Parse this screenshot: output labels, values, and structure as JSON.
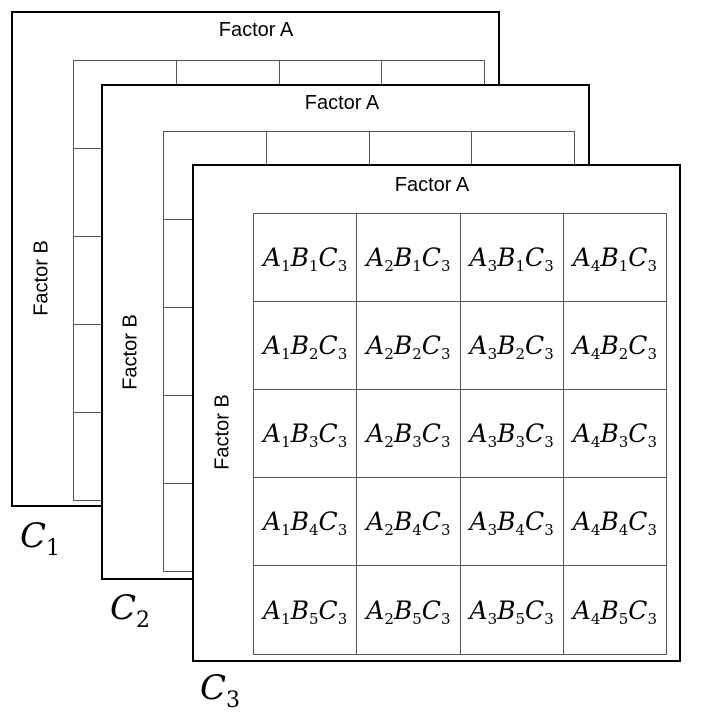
{
  "factor_a_label": "Factor A",
  "factor_b_label": "Factor B",
  "layers": [
    {
      "label": {
        "letter": "C",
        "index": "1"
      },
      "cell_prefix": "A"
    },
    {
      "label": {
        "letter": "C",
        "index": "2"
      },
      "cell_prefix": "A"
    },
    {
      "label": {
        "letter": "C",
        "index": "3"
      },
      "rows": [
        [
          [
            {
              "t": "A",
              "s": "1"
            },
            {
              "t": "B",
              "s": "1"
            },
            {
              "t": "C",
              "s": "3"
            }
          ],
          [
            {
              "t": "A",
              "s": "2"
            },
            {
              "t": "B",
              "s": "1"
            },
            {
              "t": "C",
              "s": "3"
            }
          ],
          [
            {
              "t": "A",
              "s": "3"
            },
            {
              "t": "B",
              "s": "1"
            },
            {
              "t": "C",
              "s": "3"
            }
          ],
          [
            {
              "t": "A",
              "s": "4"
            },
            {
              "t": "B",
              "s": "1"
            },
            {
              "t": "C",
              "s": "3"
            }
          ]
        ],
        [
          [
            {
              "t": "A",
              "s": "1"
            },
            {
              "t": "B",
              "s": "2"
            },
            {
              "t": "C",
              "s": "3"
            }
          ],
          [
            {
              "t": "A",
              "s": "2"
            },
            {
              "t": "B",
              "s": "2"
            },
            {
              "t": "C",
              "s": "3"
            }
          ],
          [
            {
              "t": "A",
              "s": "3"
            },
            {
              "t": "B",
              "s": "2"
            },
            {
              "t": "C",
              "s": "3"
            }
          ],
          [
            {
              "t": "A",
              "s": "4"
            },
            {
              "t": "B",
              "s": "2"
            },
            {
              "t": "C",
              "s": "3"
            }
          ]
        ],
        [
          [
            {
              "t": "A",
              "s": "1"
            },
            {
              "t": "B",
              "s": "3"
            },
            {
              "t": "C",
              "s": "3"
            }
          ],
          [
            {
              "t": "A",
              "s": "2"
            },
            {
              "t": "B",
              "s": "3"
            },
            {
              "t": "C",
              "s": "3"
            }
          ],
          [
            {
              "t": "A",
              "s": "3"
            },
            {
              "t": "B",
              "s": "3"
            },
            {
              "t": "C",
              "s": "3"
            }
          ],
          [
            {
              "t": "A",
              "s": "4"
            },
            {
              "t": "B",
              "s": "3"
            },
            {
              "t": "C",
              "s": "3"
            }
          ]
        ],
        [
          [
            {
              "t": "A",
              "s": "1"
            },
            {
              "t": "B",
              "s": "4"
            },
            {
              "t": "C",
              "s": "3"
            }
          ],
          [
            {
              "t": "A",
              "s": "2"
            },
            {
              "t": "B",
              "s": "4"
            },
            {
              "t": "C",
              "s": "3"
            }
          ],
          [
            {
              "t": "A",
              "s": "3"
            },
            {
              "t": "B",
              "s": "4"
            },
            {
              "t": "C",
              "s": "3"
            }
          ],
          [
            {
              "t": "A",
              "s": "4"
            },
            {
              "t": "B",
              "s": "4"
            },
            {
              "t": "C",
              "s": "3"
            }
          ]
        ],
        [
          [
            {
              "t": "A",
              "s": "1"
            },
            {
              "t": "B",
              "s": "5"
            },
            {
              "t": "C",
              "s": "3"
            }
          ],
          [
            {
              "t": "A",
              "s": "2"
            },
            {
              "t": "B",
              "s": "5"
            },
            {
              "t": "C",
              "s": "3"
            }
          ],
          [
            {
              "t": "A",
              "s": "3"
            },
            {
              "t": "B",
              "s": "5"
            },
            {
              "t": "C",
              "s": "3"
            }
          ],
          [
            {
              "t": "A",
              "s": "4"
            },
            {
              "t": "B",
              "s": "5"
            },
            {
              "t": "C",
              "s": "3"
            }
          ]
        ]
      ]
    }
  ]
}
